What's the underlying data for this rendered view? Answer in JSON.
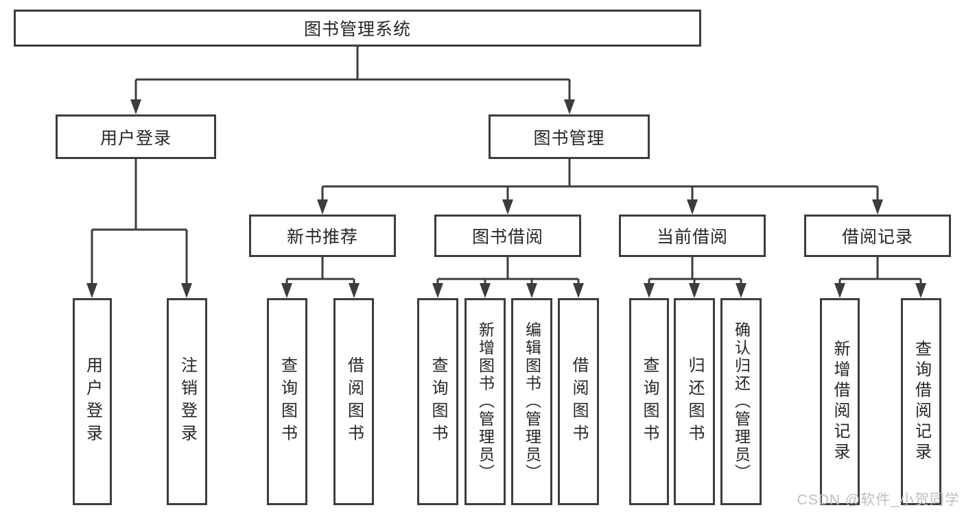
{
  "diagram": {
    "type": "tree",
    "root_label": "图书管理系统",
    "branches": [
      {
        "label": "用户登录",
        "children": [
          {
            "label": "用户登录"
          },
          {
            "label": "注销登录"
          }
        ]
      },
      {
        "label": "图书管理",
        "children": [
          {
            "label": "新书推荐",
            "children": [
              {
                "label": "查询图书"
              },
              {
                "label": "借阅图书"
              }
            ]
          },
          {
            "label": "图书借阅",
            "children": [
              {
                "label": "查询图书"
              },
              {
                "label": "新增图书（管理员）"
              },
              {
                "label": "编辑图书（管理员）"
              },
              {
                "label": "借阅图书"
              }
            ]
          },
          {
            "label": "当前借阅",
            "children": [
              {
                "label": "查询图书"
              },
              {
                "label": "归还图书"
              },
              {
                "label": "确认归还（管理员）"
              }
            ]
          },
          {
            "label": "借阅记录",
            "children": [
              {
                "label": "新增借阅记录"
              },
              {
                "label": "查询借阅记录"
              }
            ]
          }
        ]
      }
    ]
  },
  "watermark": {
    "text": "CSDN @软件_小贺同学",
    "color": "#bfbfbf"
  },
  "colors": {
    "line": "#3c3c3c",
    "text": "#262626",
    "background": "#ffffff"
  }
}
